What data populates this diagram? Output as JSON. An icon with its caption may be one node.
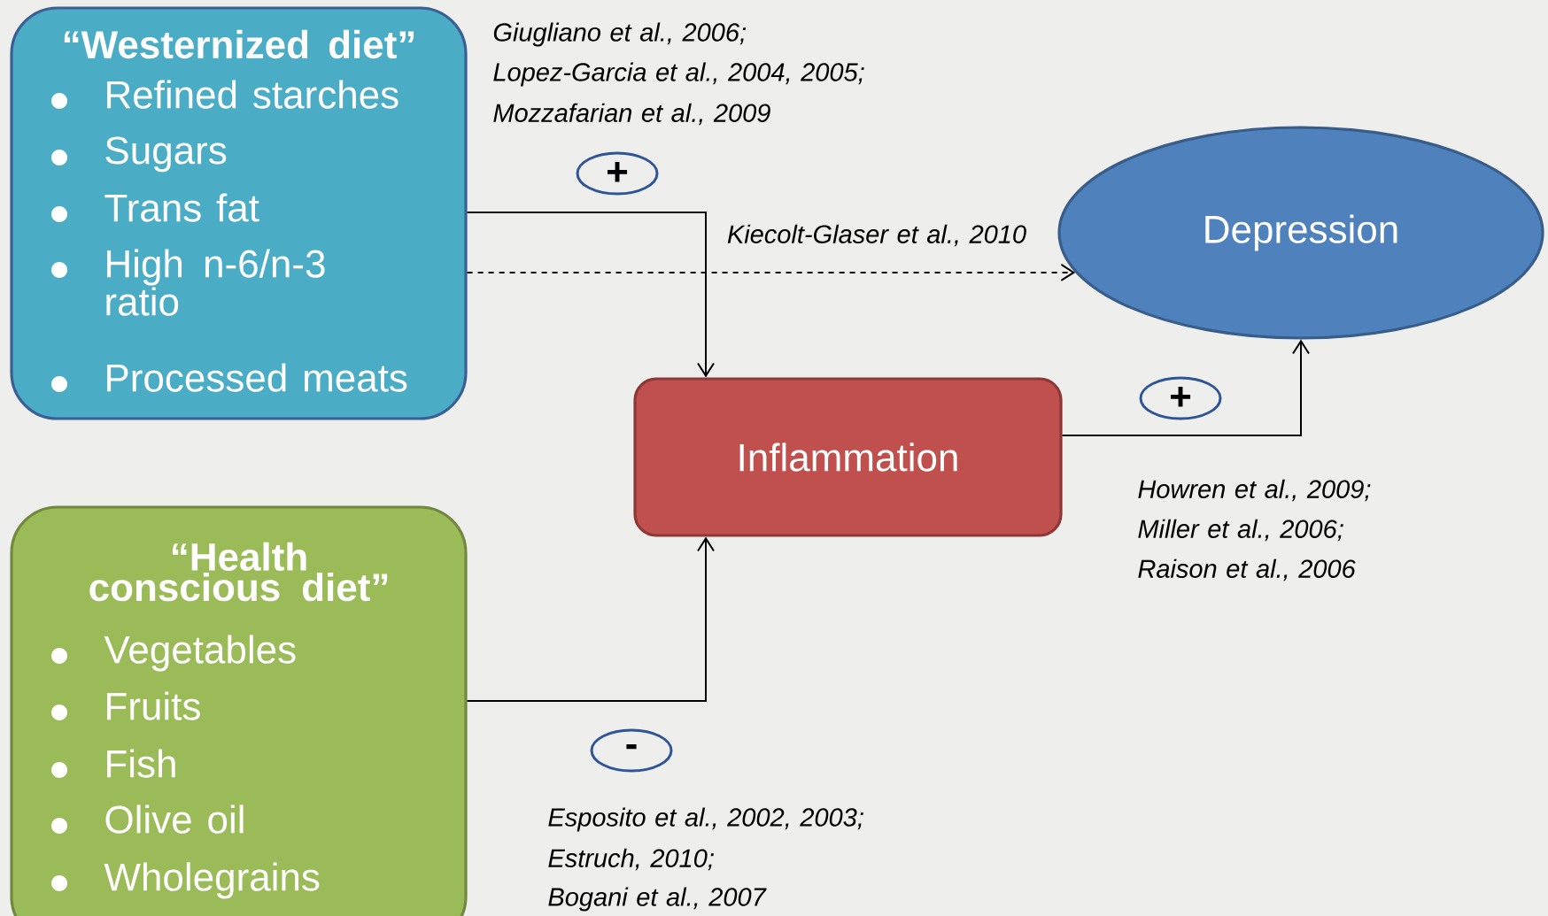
{
  "diagram": {
    "nodes": [
      {
        "text": [
          "“Westernized diet”",
          "Refined starches",
          "Sugars",
          "Trans fat",
          "High n-6/n-3 ratio",
          "Processed meats"
        ]
      },
      {
        "text": [
          "+"
        ],
        "beside": [
          "Giugliano et al., 2006;",
          "Lopez-Garcia et al., 2004, 2005;",
          "Mozzafarian et al., 2009"
        ]
      },
      {
        "text": [
          "Depression"
        ]
      },
      {
        "text": [
          "Inflammation"
        ]
      },
      {
        "text": [
          "+"
        ],
        "beside": [
          "Howren et al., 2009;",
          "Miller et al., 2006;",
          "Raison et al., 2006"
        ]
      },
      {
        "text": [
          "“Health conscious diet”",
          "Vegetables",
          "Fruits",
          "Fish",
          "Olive oil",
          "Wholegrains"
        ]
      },
      {
        "text": [
          "-"
        ],
        "beside": [
          "Esposito et al., 2002, 2003;",
          "Estruch, 2010;",
          "Bogani et al., 2007"
        ]
      }
    ],
    "edges": [
      {
        "from": 0,
        "to": 3,
        "arrow": "to"
      },
      {
        "from": 0,
        "to": 2,
        "arrow": "to",
        "style": "dashed",
        "label": "Kiecolt-Glaser et al., 2010"
      },
      {
        "from": 5,
        "to": 3,
        "arrow": "to"
      },
      {
        "from": 3,
        "to": 2,
        "arrow": "to"
      }
    ]
  }
}
